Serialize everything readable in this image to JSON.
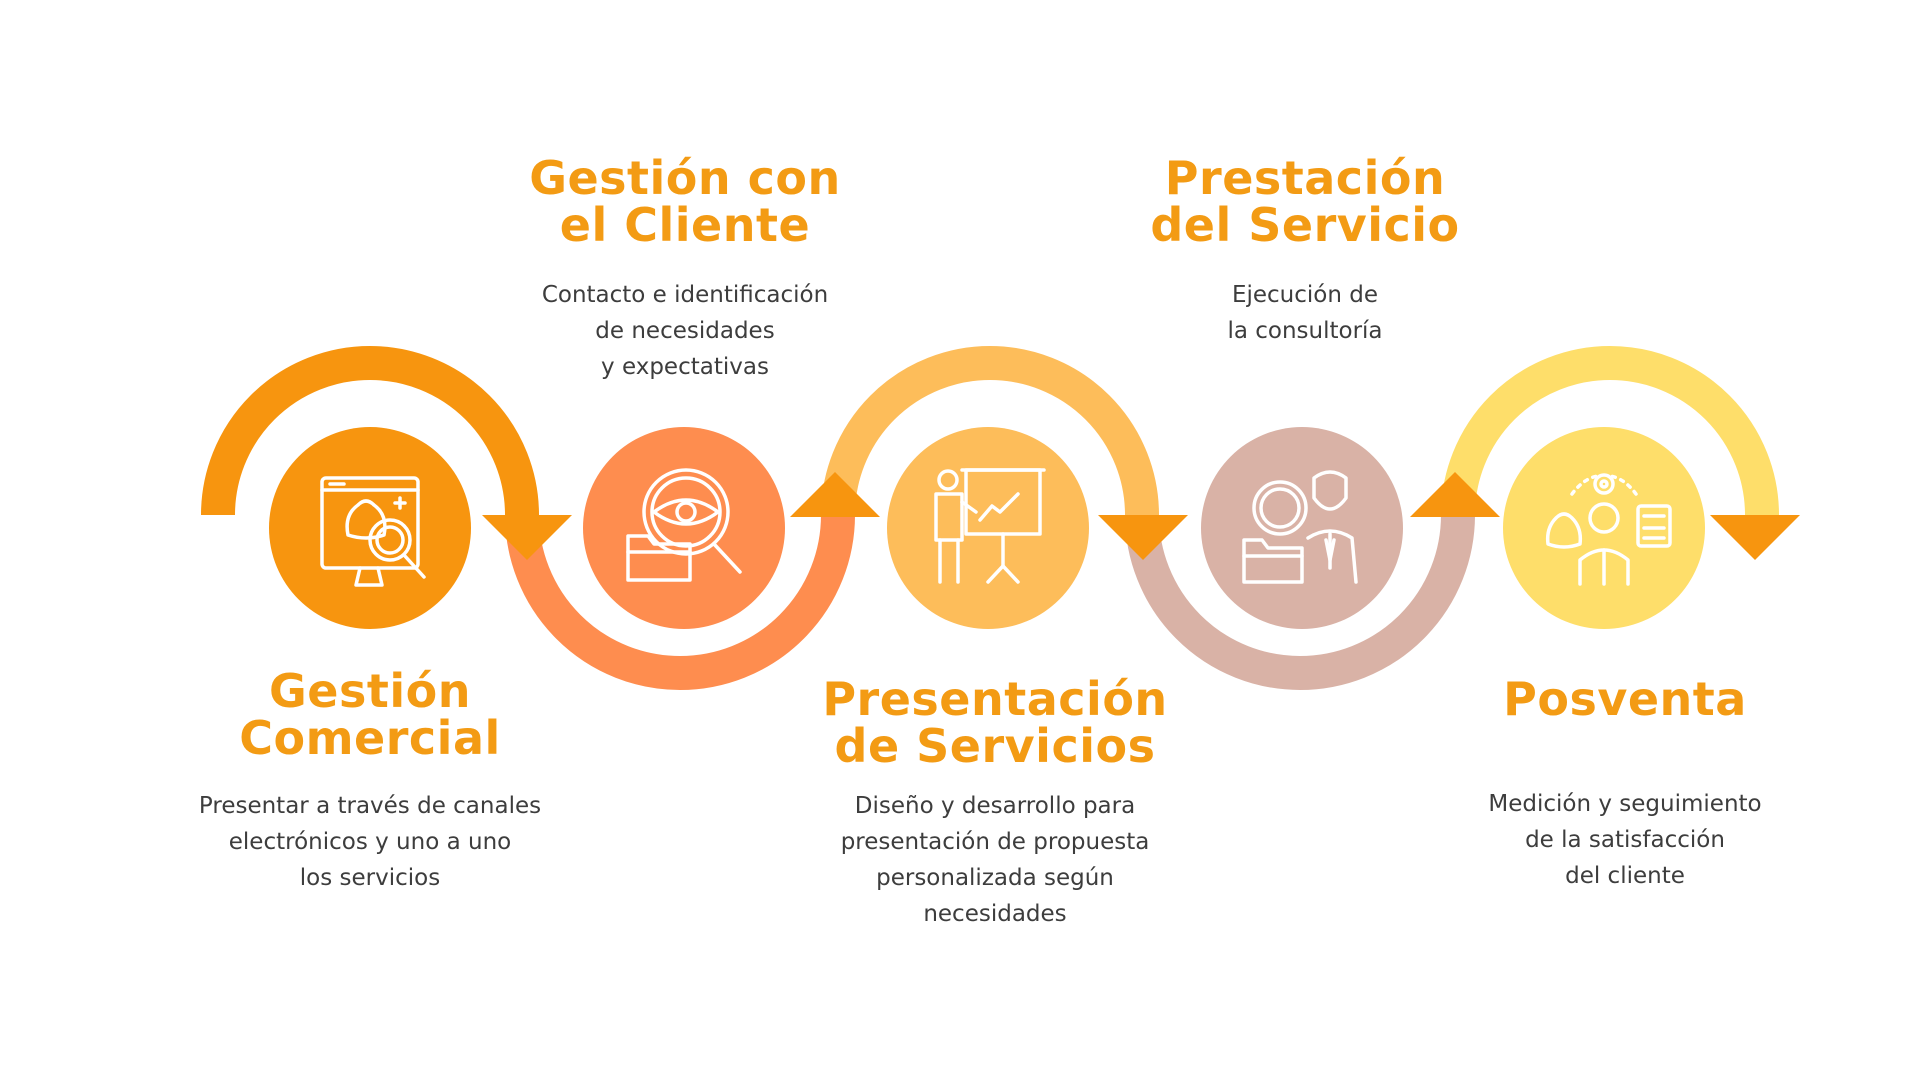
{
  "colors": {
    "title": "#f39b14",
    "text": "#3d3d3d",
    "stage1": "#f7950f",
    "stage2": "#fe8d4f",
    "stage3": "#fdbd5a",
    "stage4": "#d9b2a6",
    "stage5": "#fede6a",
    "arrowhead": "#f7950f"
  },
  "stages": [
    {
      "title": "Gestión\nComercial",
      "description": "Presentar a través de canales\nelectrónicos y uno a uno\nlos servicios",
      "icon": "monitor-money-magnifier-icon"
    },
    {
      "title": "Gestión con\nel Cliente",
      "description": "Contacto e identificación\nde necesidades\ny expectativas",
      "icon": "eye-magnifier-folder-icon"
    },
    {
      "title": "Presentación\nde Servicios",
      "description": "Diseño y desarrollo para\npresentación de propuesta\npersonalizada según\nnecesidades",
      "icon": "presenter-board-icon"
    },
    {
      "title": "Prestación\ndel Servicio",
      "description": "Ejecución de\nla consultoría",
      "icon": "consultant-magnifier-folder-icon"
    },
    {
      "title": "Posventa",
      "description": "Medición y seguimiento\nde la satisfacción\ndel cliente",
      "icon": "customer-service-icon"
    }
  ]
}
